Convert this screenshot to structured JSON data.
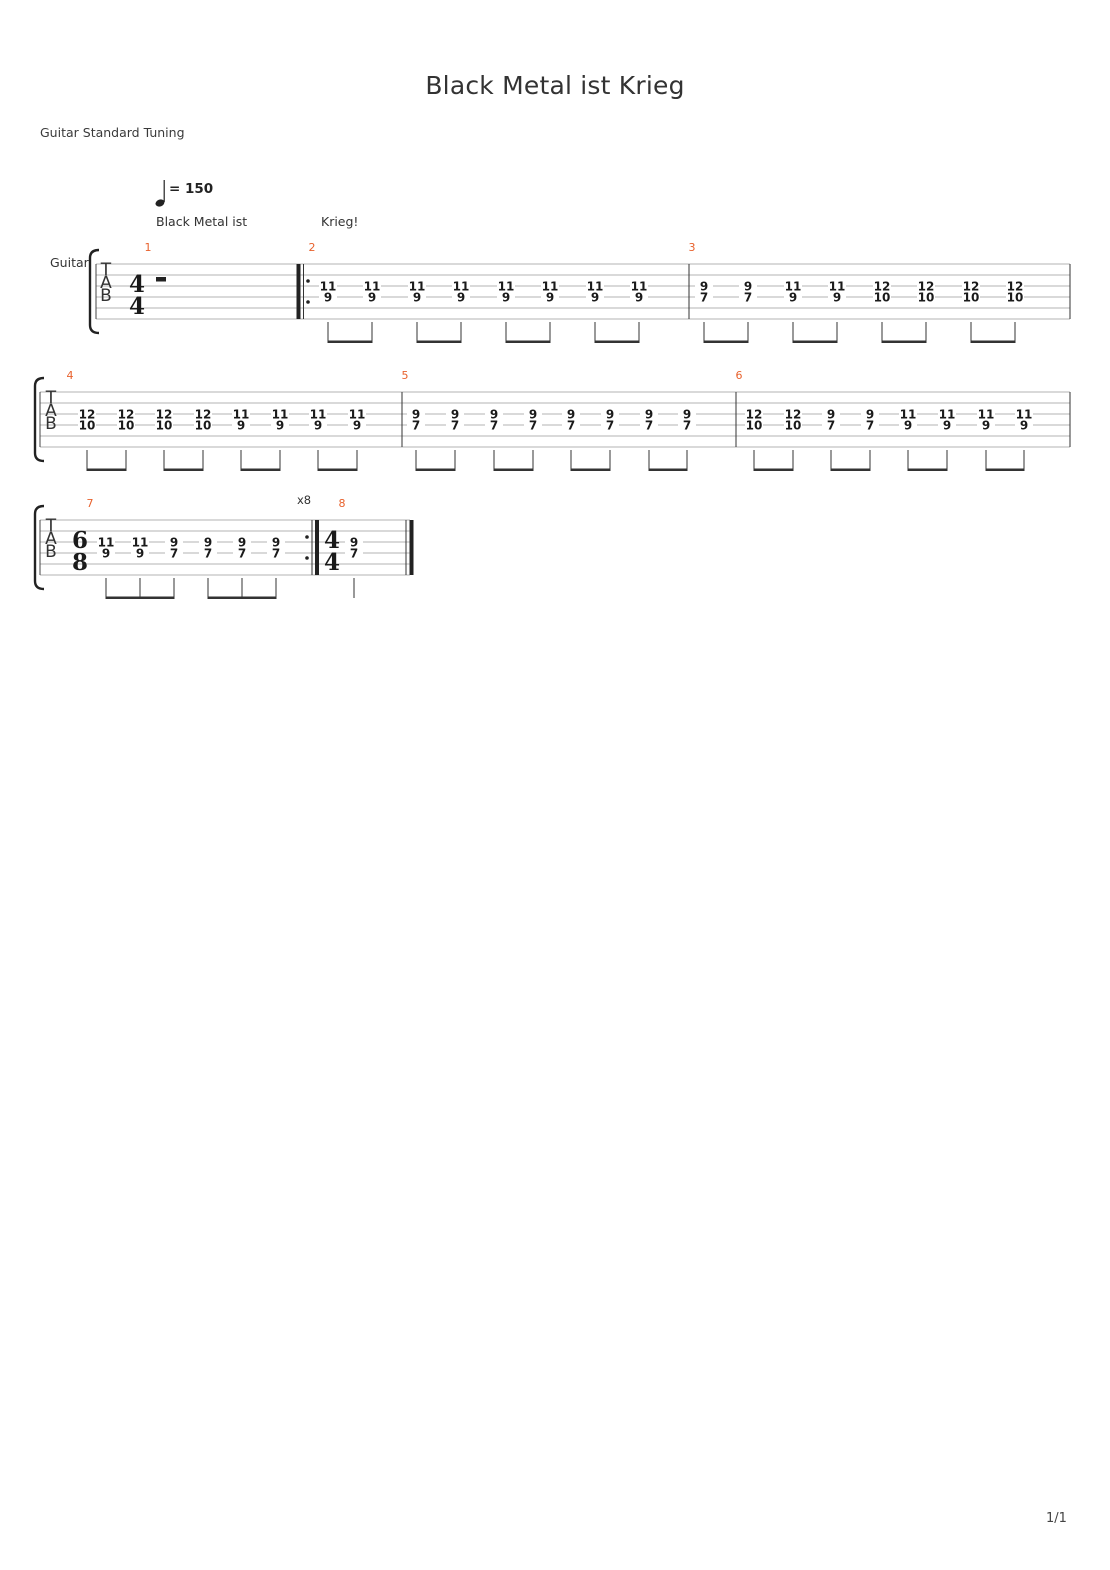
{
  "title": "Black Metal ist Krieg",
  "tuning": "Guitar Standard Tuning",
  "page": "1/1",
  "track": "Guitar",
  "tab_letters": [
    "T",
    "A",
    "B"
  ],
  "tempo": "= 150",
  "lyrics": [
    "Black Metal ist",
    "Krieg!"
  ],
  "repeat_count": "x8",
  "time_signatures": {
    "m1": [
      "4",
      "4"
    ],
    "m7": [
      "6",
      "8"
    ],
    "m8": [
      "4",
      "4"
    ]
  },
  "measures": [
    {
      "number": "1",
      "rest": "half"
    },
    {
      "number": "2",
      "notes": [
        [
          "11",
          "9"
        ],
        [
          "11",
          "9"
        ],
        [
          "11",
          "9"
        ],
        [
          "11",
          "9"
        ],
        [
          "11",
          "9"
        ],
        [
          "11",
          "9"
        ],
        [
          "11",
          "9"
        ],
        [
          "11",
          "9"
        ]
      ]
    },
    {
      "number": "3",
      "notes": [
        [
          "9",
          "7"
        ],
        [
          "9",
          "7"
        ],
        [
          "11",
          "9"
        ],
        [
          "11",
          "9"
        ],
        [
          "12",
          "10"
        ],
        [
          "12",
          "10"
        ],
        [
          "12",
          "10"
        ],
        [
          "12",
          "10"
        ]
      ]
    },
    {
      "number": "4",
      "notes": [
        [
          "12",
          "10"
        ],
        [
          "12",
          "10"
        ],
        [
          "12",
          "10"
        ],
        [
          "12",
          "10"
        ],
        [
          "11",
          "9"
        ],
        [
          "11",
          "9"
        ],
        [
          "11",
          "9"
        ],
        [
          "11",
          "9"
        ]
      ]
    },
    {
      "number": "5",
      "notes": [
        [
          "9",
          "7"
        ],
        [
          "9",
          "7"
        ],
        [
          "9",
          "7"
        ],
        [
          "9",
          "7"
        ],
        [
          "9",
          "7"
        ],
        [
          "9",
          "7"
        ],
        [
          "9",
          "7"
        ],
        [
          "9",
          "7"
        ]
      ]
    },
    {
      "number": "6",
      "notes": [
        [
          "12",
          "10"
        ],
        [
          "12",
          "10"
        ],
        [
          "9",
          "7"
        ],
        [
          "9",
          "7"
        ],
        [
          "11",
          "9"
        ],
        [
          "11",
          "9"
        ],
        [
          "11",
          "9"
        ],
        [
          "11",
          "9"
        ]
      ]
    },
    {
      "number": "7",
      "notes": [
        [
          "11",
          "9"
        ],
        [
          "11",
          "9"
        ],
        [
          "9",
          "7"
        ],
        [
          "9",
          "7"
        ],
        [
          "9",
          "7"
        ],
        [
          "9",
          "7"
        ]
      ]
    },
    {
      "number": "8",
      "notes": [
        [
          "9",
          "7"
        ]
      ]
    }
  ]
}
